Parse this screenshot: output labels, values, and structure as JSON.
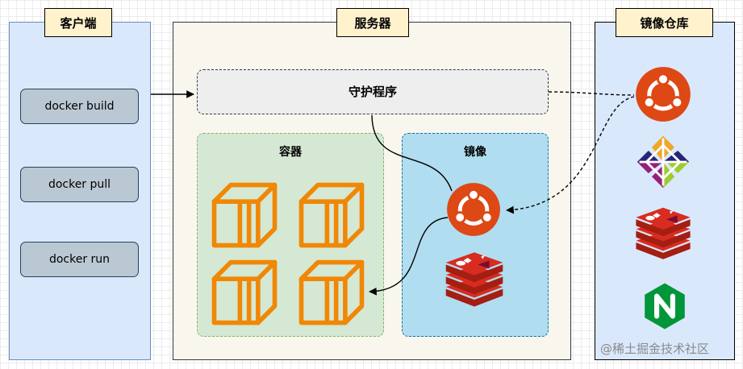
{
  "client": {
    "title": "客户端",
    "commands": [
      "docker build",
      "docker pull",
      "docker run"
    ]
  },
  "server": {
    "title": "服务器",
    "daemon_label": "守护程序",
    "containers_label": "容器",
    "images_label": "镜像"
  },
  "registry": {
    "title": "镜像仓库",
    "items": [
      "ubuntu-icon",
      "centos-icon",
      "redis-icon",
      "nginx-icon"
    ]
  },
  "watermark": "@稀土掘金技术社区",
  "colors": {
    "client_bg": "#dae8fc",
    "server_bg": "#f9f7ed",
    "title_bg": "#fff2cc",
    "button_bg": "#bac8d3",
    "containers_bg": "#d5e8d4",
    "images_bg": "#b1ddf0",
    "container_icon": "#f08705",
    "ubuntu": "#dd4814",
    "redis": "#a41e11",
    "nginx": "#009639"
  }
}
